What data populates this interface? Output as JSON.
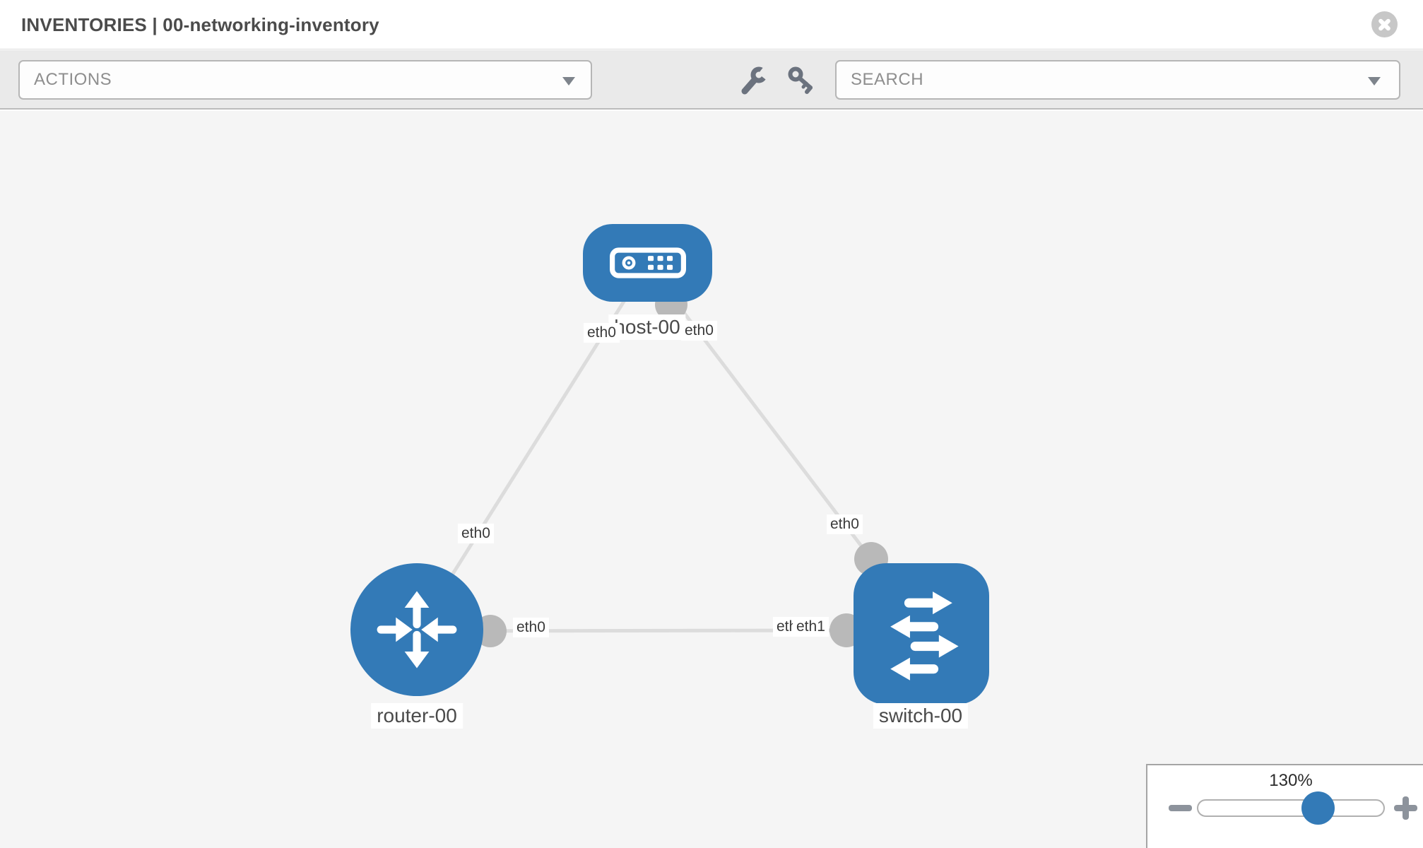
{
  "header": {
    "title": "INVENTORIES | 00-networking-inventory"
  },
  "toolbar": {
    "actions_label": "ACTIONS",
    "search_placeholder": "SEARCH",
    "icons": [
      "wrench-icon",
      "key-icon"
    ]
  },
  "topology": {
    "nodes": [
      {
        "id": "host-00",
        "type": "host",
        "label": "host-00"
      },
      {
        "id": "router-00",
        "type": "router",
        "label": "router-00"
      },
      {
        "id": "switch-00",
        "type": "switch",
        "label": "switch-00"
      }
    ],
    "links": [
      {
        "from": "host-00",
        "to": "router-00",
        "from_interface": "eth0",
        "to_interface": "eth0"
      },
      {
        "from": "host-00",
        "to": "switch-00",
        "from_interface": "eth0",
        "to_interface": "eth0"
      },
      {
        "from": "router-00",
        "to": "switch-00",
        "from_interface": "eth0",
        "to_interface": "eth1"
      }
    ]
  },
  "zoom_control": {
    "level": "130%",
    "minus_icon": "minus-icon",
    "plus_icon": "plus-icon"
  },
  "colors": {
    "node_blue": "#337ab7",
    "port_gray": "#b9b9b9",
    "link_gray": "#dcdcdc",
    "canvas_bg": "#f5f5f5",
    "toolbar_bg": "#eaeaea"
  }
}
